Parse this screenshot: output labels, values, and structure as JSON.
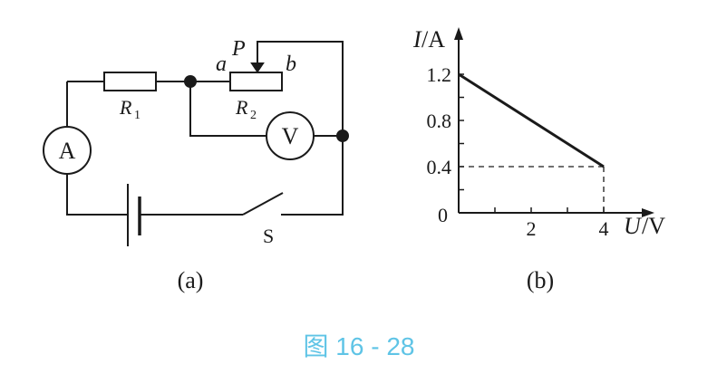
{
  "circuit": {
    "ammeter_label": "A",
    "voltmeter_label": "V",
    "r1_label": "R",
    "r1_sub": "1",
    "r2_label": "R",
    "r2_sub": "2",
    "slider_label": "P",
    "end_a_label": "a",
    "end_b_label": "b",
    "switch_label": "S",
    "panel_label": "(a)"
  },
  "graph": {
    "panel_label": "(b)",
    "y_axis_var": "I",
    "y_axis_unit": "/A",
    "x_axis_var": "U",
    "x_axis_unit": "/V",
    "origin_label": "0",
    "y_ticks": [
      "1.2",
      "0.8",
      "0.4"
    ],
    "x_ticks": [
      "2",
      "4"
    ]
  },
  "chart_data": {
    "type": "line",
    "x": [
      0,
      4
    ],
    "y": [
      1.2,
      0.4
    ],
    "xlabel": "U/V",
    "ylabel": "I/A",
    "x_ticks": [
      2,
      4
    ],
    "y_ticks": [
      0.4,
      0.8,
      1.2
    ],
    "dashed_guides": [
      {
        "x": 4,
        "y": 0.4
      }
    ]
  },
  "caption": "图 16 - 28",
  "colors": {
    "ink": "#1a1a1a",
    "caption": "#5fc4e6"
  }
}
